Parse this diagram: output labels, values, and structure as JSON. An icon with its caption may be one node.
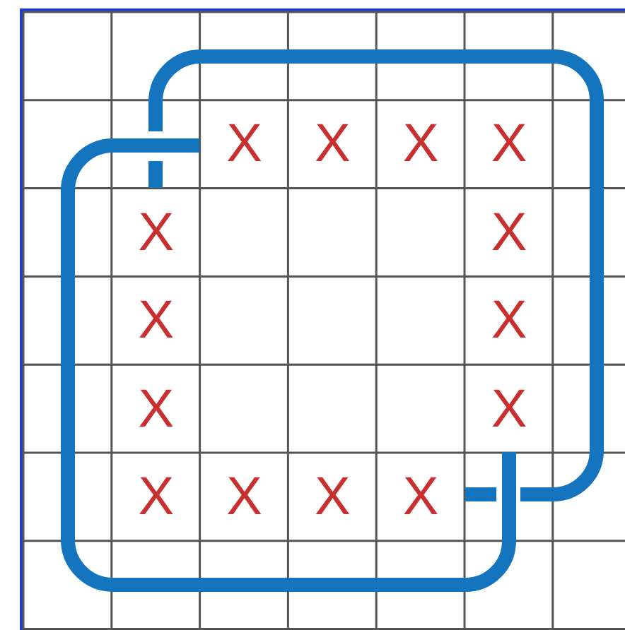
{
  "diagram": {
    "labels": [
      "X",
      "X",
      "X",
      "X",
      "X",
      "X",
      "X",
      "X",
      "X",
      "X",
      "X",
      "X",
      "X",
      "X"
    ]
  }
}
